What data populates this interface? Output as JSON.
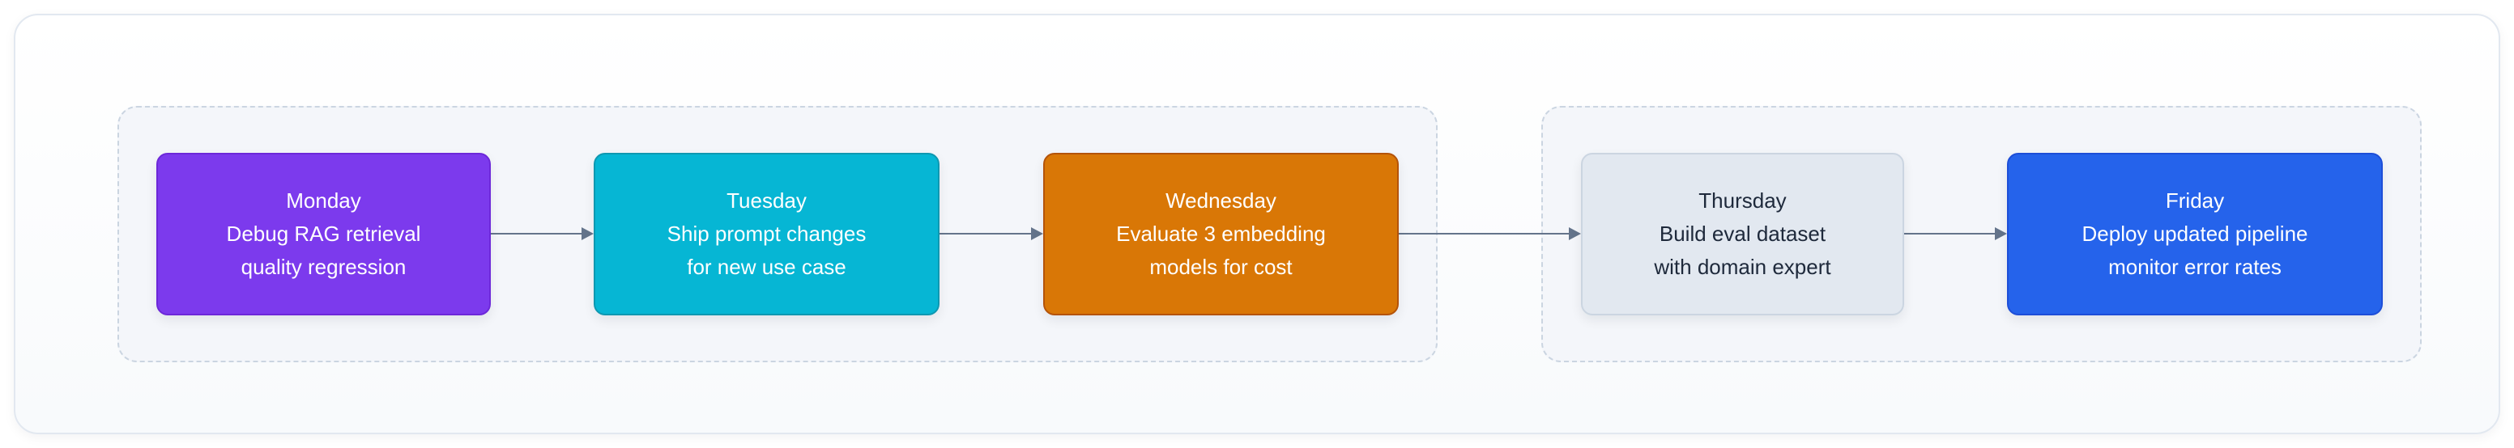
{
  "diagram": {
    "type": "flowchart",
    "direction": "left-to-right",
    "groups": [
      {
        "id": "group-1",
        "members": [
          "monday",
          "tuesday",
          "wednesday"
        ]
      },
      {
        "id": "group-2",
        "members": [
          "thursday",
          "friday"
        ]
      }
    ],
    "nodes": [
      {
        "id": "monday",
        "day": "Monday",
        "line1": "Debug RAG retrieval",
        "line2": "quality regression",
        "fill": "#7c3aed",
        "border": "#6d28d9",
        "text_color": "#ffffff"
      },
      {
        "id": "tuesday",
        "day": "Tuesday",
        "line1": "Ship prompt changes",
        "line2": "for new use case",
        "fill": "#06b6d4",
        "border": "#0e98b1",
        "text_color": "#ffffff"
      },
      {
        "id": "wednesday",
        "day": "Wednesday",
        "line1": "Evaluate 3 embedding",
        "line2": "models for cost",
        "fill": "#d97706",
        "border": "#b45309",
        "text_color": "#ffffff"
      },
      {
        "id": "thursday",
        "day": "Thursday",
        "line1": "Build eval dataset",
        "line2": "with domain expert",
        "fill": "#e2e8f0",
        "border": "#cbd5e1",
        "text_color": "#1e293b"
      },
      {
        "id": "friday",
        "day": "Friday",
        "line1": "Deploy updated pipeline",
        "line2": "monitor error rates",
        "fill": "#2563eb",
        "border": "#1d4ed8",
        "text_color": "#ffffff"
      }
    ],
    "edges": [
      {
        "from": "monday",
        "to": "tuesday"
      },
      {
        "from": "tuesday",
        "to": "wednesday"
      },
      {
        "from": "wednesday",
        "to": "thursday"
      },
      {
        "from": "thursday",
        "to": "friday"
      }
    ],
    "colors": {
      "edge": "#64748b",
      "group_border": "#cbd5e1",
      "group_fill": "#f4f6fa",
      "card_border": "#e2e8f0"
    }
  }
}
